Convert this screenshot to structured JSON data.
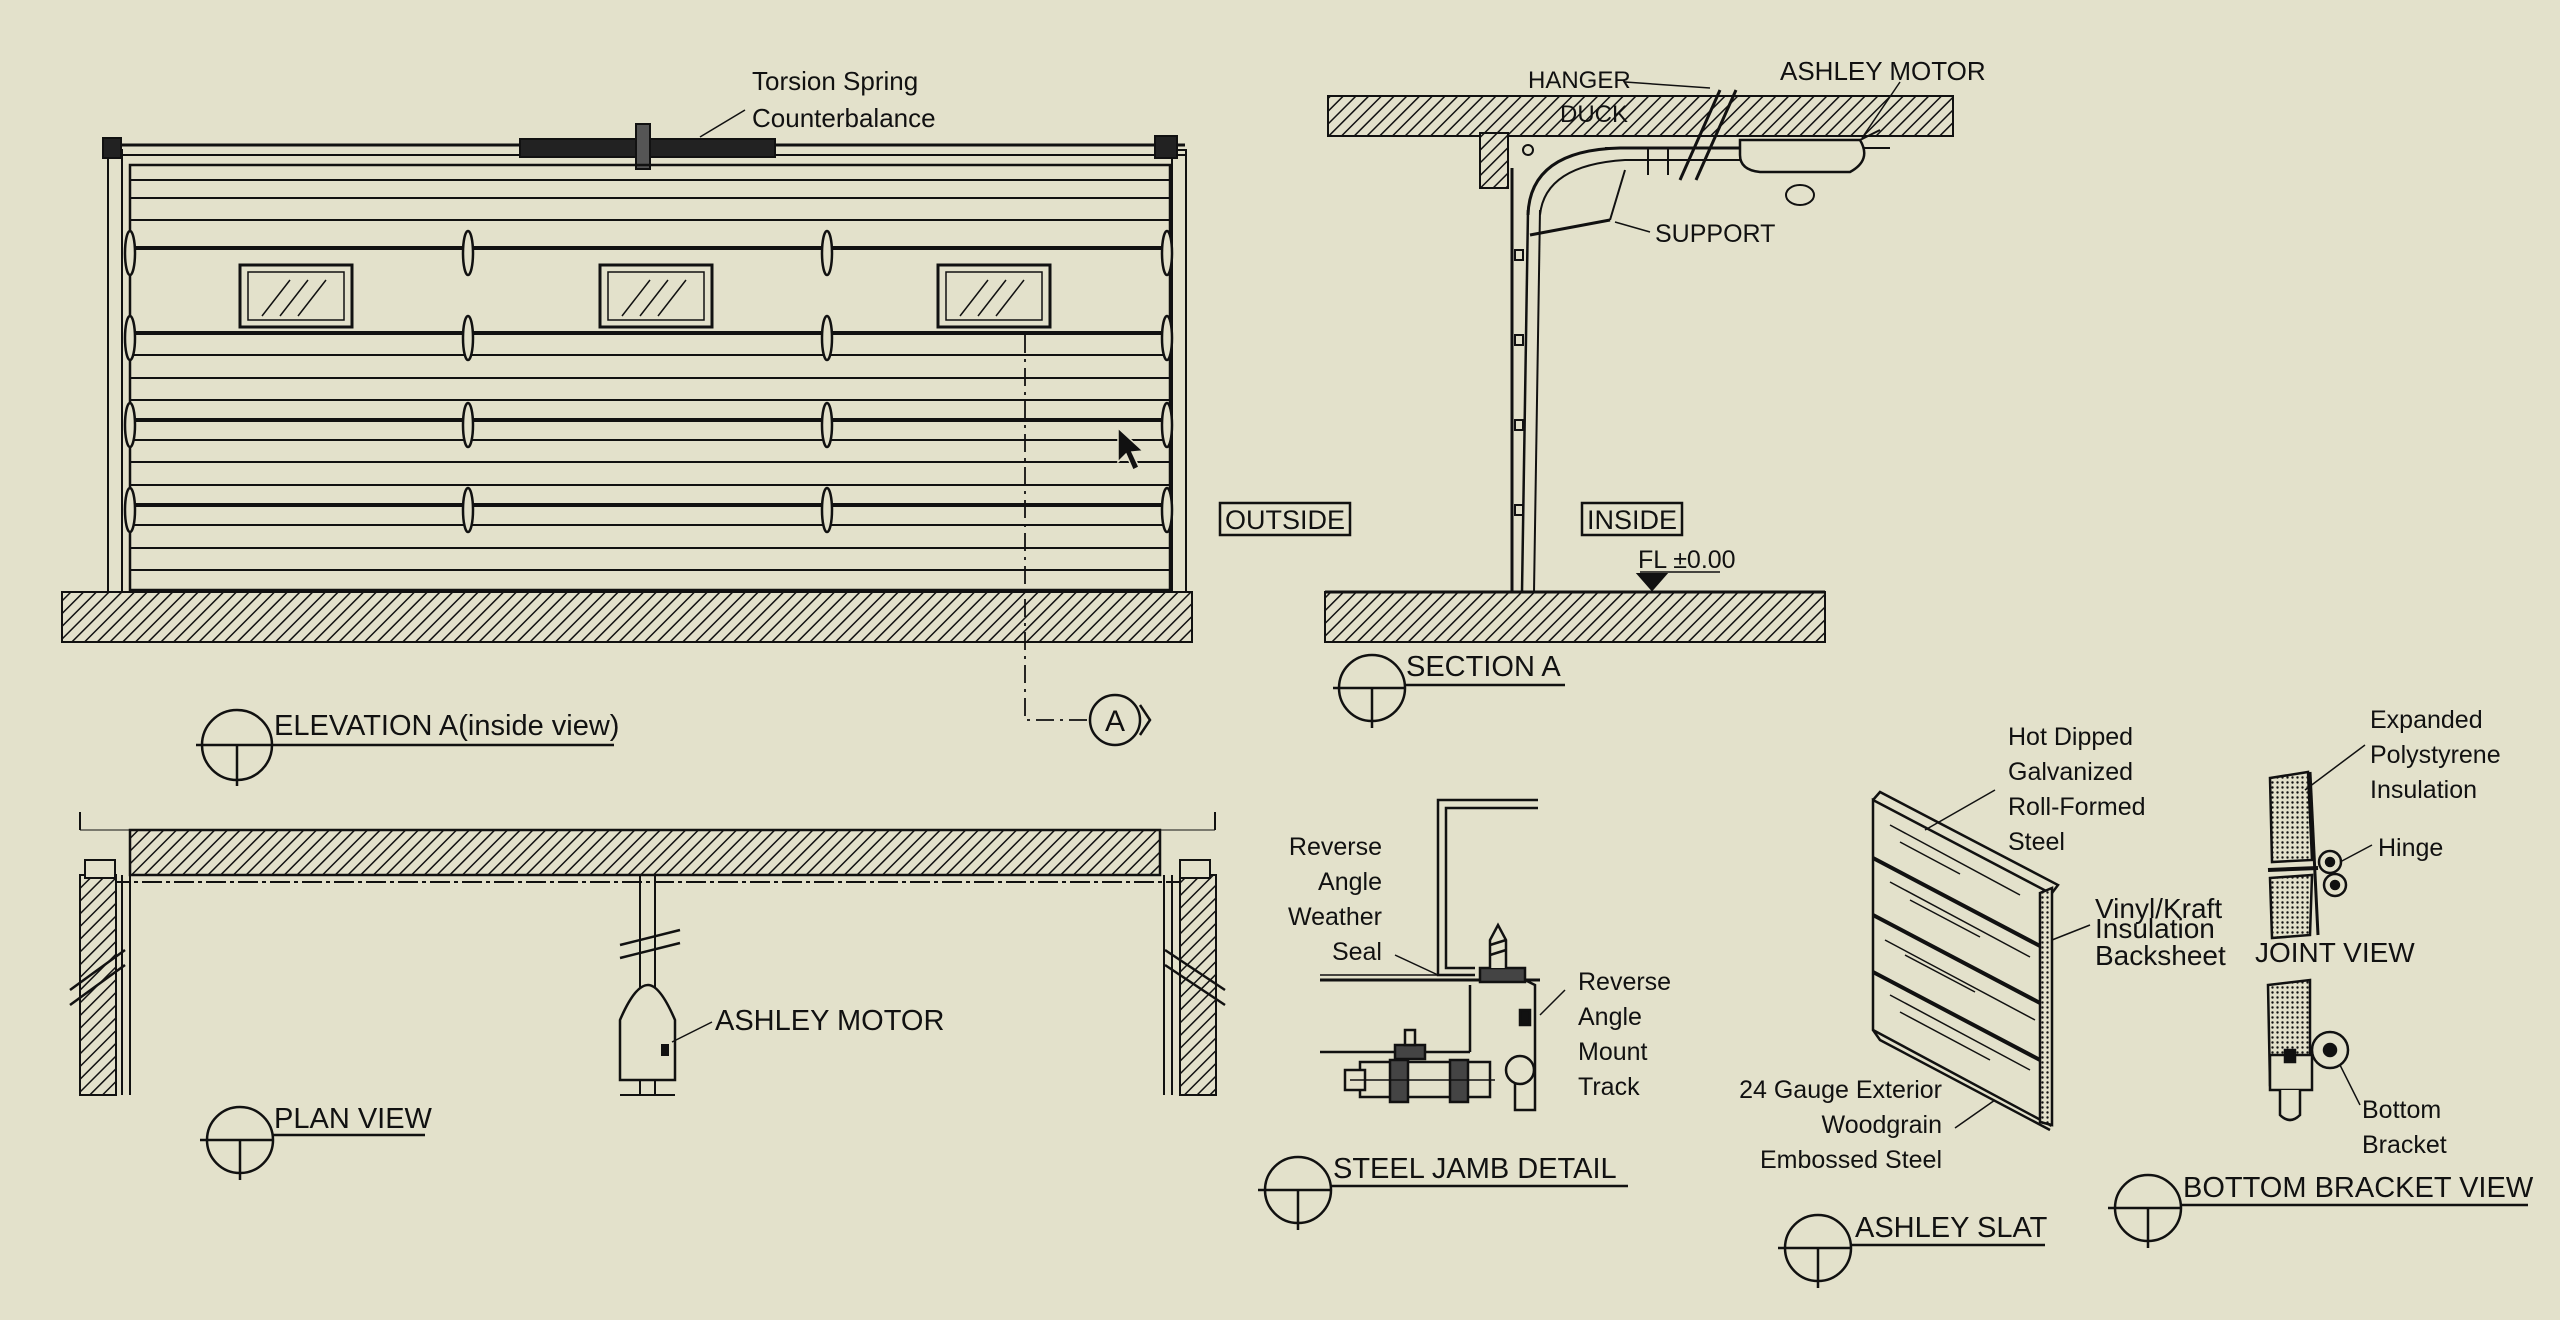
{
  "background_color": "#e3e1cb",
  "line_color": "#111111",
  "elevation": {
    "title": "ELEVATION A(inside view)",
    "torsion_label_1": "Torsion Spring",
    "torsion_label_2": "Counterbalance",
    "section_marker": "A"
  },
  "section": {
    "title": "SECTION A",
    "hanger_1": "HANGER",
    "hanger_2": "DUCK",
    "motor": "ASHLEY MOTOR",
    "support": "SUPPORT",
    "outside": "OUTSIDE",
    "inside": "INSIDE",
    "floor_level": "FL ±0.00"
  },
  "plan": {
    "title": "PLAN VIEW",
    "motor": "ASHLEY MOTOR"
  },
  "jamb": {
    "title": "STEEL  JAMB  DETAIL",
    "seal_lines": [
      "Reverse",
      "Angle",
      "Weather",
      "Seal"
    ],
    "track_lines": [
      "Reverse",
      "Angle",
      "Mount",
      "Track"
    ]
  },
  "slat": {
    "title": "ASHLEY SLAT",
    "steel_lines": [
      "Hot Dipped",
      "Galvanized",
      "Roll-Formed",
      "Steel"
    ],
    "backsheet_lines": [
      "Vinyl/Kraft",
      "Insulation",
      "Backsheet"
    ],
    "exterior_lines": [
      "24 Gauge Exterior",
      "Woodgrain",
      "Embossed Steel"
    ]
  },
  "joint": {
    "title": "JOINT VIEW",
    "insulation_lines": [
      "Expanded",
      "Polystyrene",
      "Insulation"
    ],
    "hinge": "Hinge"
  },
  "bracket": {
    "title": "BOTTOM BRACKET VIEW",
    "bracket_lines": [
      "Bottom",
      "Bracket"
    ]
  }
}
